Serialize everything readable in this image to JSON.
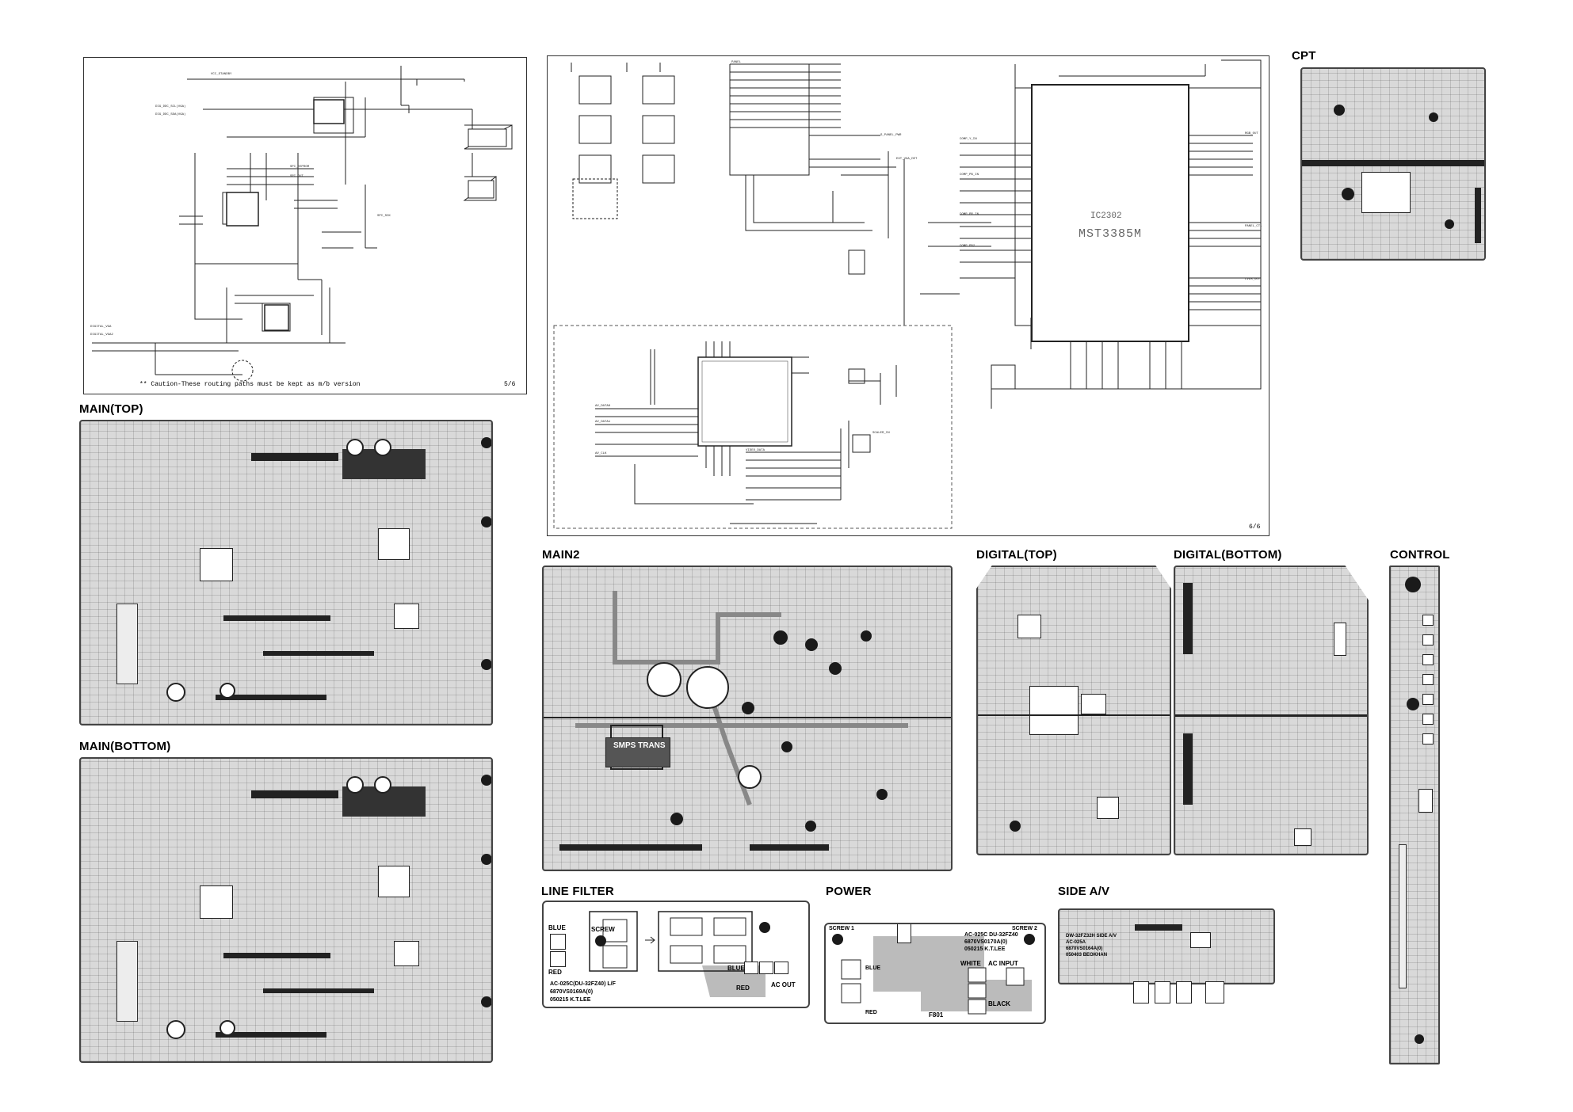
{
  "labels": {
    "main_top": "MAIN(TOP)",
    "main_bottom": "MAIN(BOTTOM)",
    "main2": "MAIN2",
    "digital_top": "DIGITAL(TOP)",
    "digital_bottom": "DIGITAL(BOTTOM)",
    "control": "CONTROL",
    "line_filter": "LINE FILTER",
    "power": "POWER",
    "side_av": "SIDE A/V",
    "cpt": "CPT"
  },
  "schematic1": {
    "caption": "** Caution-These routing paths must be kept as m/b version",
    "page": "5/6"
  },
  "schematic2": {
    "ic_ref": "IC2302",
    "ic_name": "MST3385M",
    "page": "6/6"
  },
  "main2": {
    "transformer": "SMPS TRANS"
  },
  "line_filter": {
    "blue": "BLUE",
    "red": "RED",
    "screw": "SCREW",
    "blue2": "BLUE",
    "red2": "RED",
    "ac_out": "AC OUT",
    "text1": "AC-025C(DU-32FZ40) L/F",
    "text2": "6870VS0169A(0)",
    "text3": "050215 K.T.LEE"
  },
  "power": {
    "screw1": "SCREW 1",
    "screw2": "SCREW 2",
    "blue": "BLUE",
    "red": "RED",
    "white": "WHITE",
    "ac_input": "AC INPUT",
    "black": "BLACK",
    "f801": "F801",
    "text1": "AC-025C DU-32FZ40",
    "text2": "6870VS0170A(0)",
    "text3": "050215 K.T.LEE"
  },
  "side_av": {
    "text1": "DW-32FZ32H SIDE A/V",
    "text2": "AC-025A",
    "text3": "6870VS0164A(0)",
    "text4": "050403 BEOKHAN"
  }
}
